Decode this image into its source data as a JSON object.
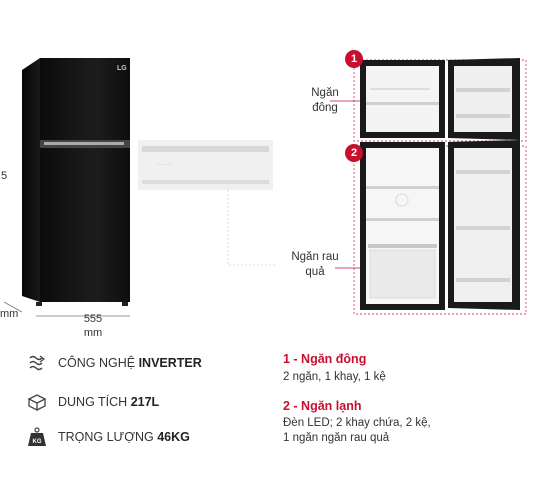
{
  "brand_logo": "LG",
  "dimensions": {
    "height_partial": "5",
    "depth_partial": "mm",
    "width_value": "555",
    "width_unit": "mm"
  },
  "callouts": {
    "freezer_label": "Ngăn\nđông",
    "crisper_label": "Ngăn rau\nquả",
    "badge_1": "1",
    "badge_2": "2"
  },
  "specs": [
    {
      "icon": "inverter-icon",
      "prefix": "CÔNG NGHỆ ",
      "value": "INVERTER"
    },
    {
      "icon": "capacity-icon",
      "prefix": "DUNG TÍCH ",
      "value": "217L"
    },
    {
      "icon": "weight-icon",
      "prefix": "TRỌNG LƯỢNG ",
      "value": "46KG",
      "icon_text": "KG"
    }
  ],
  "compartments": [
    {
      "title": "1 - Ngăn đông",
      "desc": "2 ngăn, 1 khay, 1 kệ"
    },
    {
      "title": "2 - Ngăn lạnh",
      "desc": "Đèn LED; 2 khay chứa, 2 kệ,\n1 ngăn ngăn rau quả"
    }
  ],
  "colors": {
    "accent": "#c8102e",
    "fridge_body": "#121212"
  }
}
